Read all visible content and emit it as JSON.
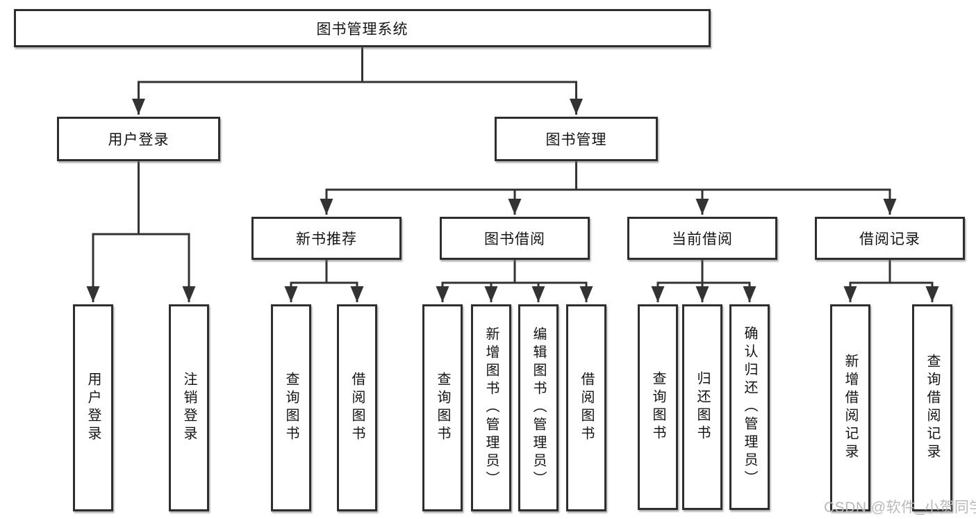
{
  "diagram_type": "hierarchy-tree",
  "tree": {
    "root": {
      "label": "图书管理系统"
    },
    "branches": [
      {
        "label": "用户登录",
        "children": [
          {
            "label": "用户登录"
          },
          {
            "label": "注销登录"
          }
        ]
      },
      {
        "label": "图书管理",
        "children": [
          {
            "label": "新书推荐",
            "children": [
              {
                "label": "查询图书"
              },
              {
                "label": "借阅图书"
              }
            ]
          },
          {
            "label": "图书借阅",
            "children": [
              {
                "label": "查询图书"
              },
              {
                "label": "新增图书（管理员）"
              },
              {
                "label": "编辑图书（管理员）"
              },
              {
                "label": "借阅图书"
              }
            ]
          },
          {
            "label": "当前借阅",
            "children": [
              {
                "label": "查询图书"
              },
              {
                "label": "归还图书"
              },
              {
                "label": "确认归还（管理员）"
              }
            ]
          },
          {
            "label": "借阅记录",
            "children": [
              {
                "label": "新增借阅记录"
              },
              {
                "label": "查询借阅记录"
              }
            ]
          }
        ]
      }
    ]
  },
  "watermark": {
    "text": "CSDN @软件_小贺同学"
  },
  "colors": {
    "line": "#333333",
    "box_border": "#2e2e2e",
    "text": "#141414",
    "watermark": "#b9b9b9",
    "background": "#ffffff"
  }
}
